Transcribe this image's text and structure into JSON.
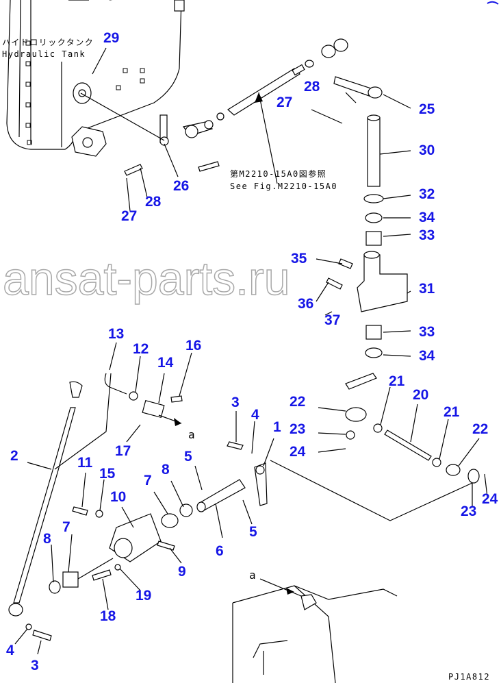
{
  "labels": {
    "tank_jp": "ハイドロリックタンク",
    "tank_en": "Hydraulic Tank",
    "see_fig_jp": "第M2210-15A0図参照",
    "see_fig_en": "See Fig.M2210-15A0",
    "view_a_1": "a",
    "view_a_2": "a",
    "drawing_code": "PJ1A812"
  },
  "watermark": "ansat-parts.ru",
  "callouts": [
    "29",
    "28",
    "27",
    "25",
    "30",
    "32",
    "34",
    "33",
    "35",
    "31",
    "36",
    "37",
    "33",
    "34",
    "26",
    "27",
    "28",
    "13",
    "12",
    "14",
    "16",
    "17",
    "3",
    "4",
    "1",
    "22",
    "23",
    "24",
    "21",
    "20",
    "21",
    "22",
    "23",
    "24",
    "2",
    "11",
    "15",
    "10",
    "7",
    "8",
    "5",
    "5",
    "6",
    "9",
    "7",
    "8",
    "19",
    "18",
    "4",
    "3"
  ],
  "colors": {
    "callout": "#1515e6",
    "line": "#000000"
  }
}
